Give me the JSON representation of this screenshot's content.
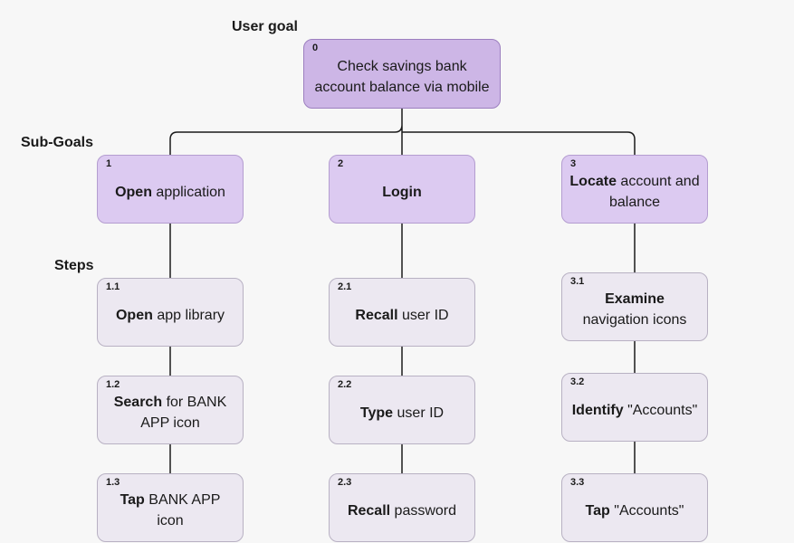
{
  "labels": {
    "user_goal": "User goal",
    "sub_goals": "Sub-Goals",
    "steps": "Steps"
  },
  "root": {
    "num": "0",
    "bold": "",
    "text": "Check savings bank account balance via mobile"
  },
  "subgoals": [
    {
      "num": "1",
      "bold": "Open",
      "text": "application"
    },
    {
      "num": "2",
      "bold": "Login",
      "text": ""
    },
    {
      "num": "3",
      "bold": "Locate",
      "text": "account and balance"
    }
  ],
  "steps": [
    {
      "num": "1.1",
      "bold": "Open",
      "text": "app library"
    },
    {
      "num": "1.2",
      "bold": "Search",
      "text": "for BANK APP icon"
    },
    {
      "num": "1.3",
      "bold": "Tap",
      "text": "BANK APP icon"
    },
    {
      "num": "2.1",
      "bold": "Recall",
      "text": "user ID"
    },
    {
      "num": "2.2",
      "bold": "Type",
      "text": "user ID"
    },
    {
      "num": "2.3",
      "bold": "Recall",
      "text": "password"
    },
    {
      "num": "3.1",
      "bold": "Examine",
      "text": "navigation icons"
    },
    {
      "num": "3.2",
      "bold": "Identify",
      "text": "\"Accounts\""
    },
    {
      "num": "3.3",
      "bold": "Tap",
      "text": "\"Accounts\""
    }
  ]
}
